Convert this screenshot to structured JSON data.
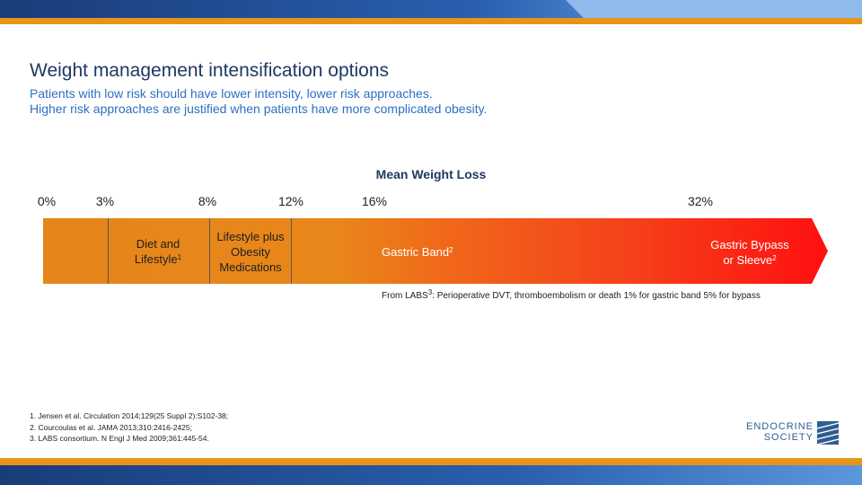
{
  "slide": {
    "title": "Weight management intensification options",
    "subtitle_lines": [
      "Patients with low risk should have lower intensity, lower risk approaches.",
      "Higher risk approaches are justified when patients have more complicated obesity."
    ]
  },
  "scale": {
    "title": "Mean Weight Loss",
    "ticks": [
      "0%",
      "3%",
      "8%",
      "12%",
      "16%",
      "32%"
    ]
  },
  "segments": {
    "diet": {
      "line1": "Diet and",
      "line2": "Lifestyle",
      "sup": "1"
    },
    "meds": {
      "line1": "Lifestyle plus",
      "line2": "Obesity",
      "line3": "Medications"
    },
    "band": {
      "text": "Gastric Band",
      "sup": "2"
    },
    "bypass": {
      "line1": "Gastric Bypass",
      "line2": "or Sleeve",
      "sup": "2"
    }
  },
  "note": {
    "prefix": "From LABS",
    "sup": "3",
    "text": ": Perioperative DVT, thromboembolism or death 1% for gastric band 5% for bypass"
  },
  "references": [
    "1. Jensen et al. Circulation 2014;129(25 Suppl 2):S102-38;",
    "2. Courcoulas et al. JAMA 2013;310:2416-2425;",
    "3. LABS consortium. N Engl J Med 2009;361:445-54."
  ],
  "logo": {
    "line1": "ENDOCRINE",
    "line2": "SOCIETY"
  },
  "colors": {
    "title": "#1f3864",
    "subtitle": "#2e6fc2",
    "arrow_start": "#e6861a",
    "arrow_end": "#ff1010",
    "accent_orange": "#e8941a",
    "band_blue": "#1a3c7a"
  }
}
